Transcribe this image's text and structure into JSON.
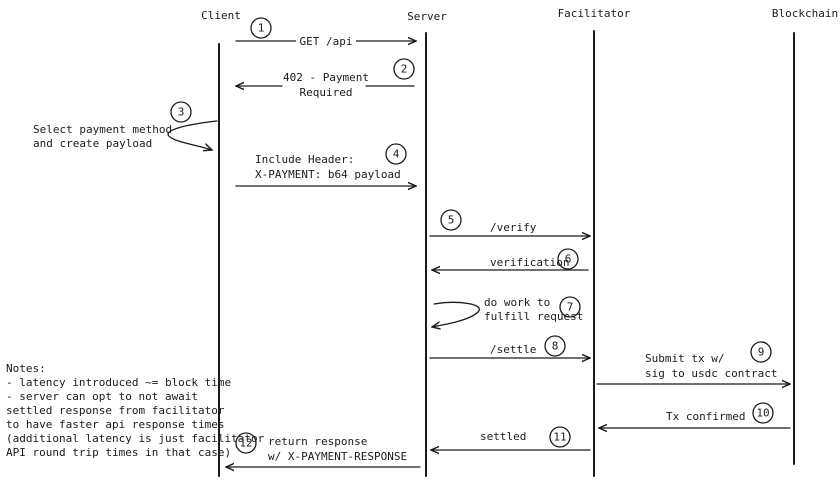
{
  "actors": {
    "client": "Client",
    "server": "Server",
    "facilitator": "Facilitator",
    "blockchain": "Blockchain"
  },
  "steps": {
    "s1": {
      "num": "1",
      "label": "GET /api"
    },
    "s2": {
      "num": "2",
      "line1": "402 - Payment",
      "line2": "Required"
    },
    "s3": {
      "num": "3",
      "line1": "Select payment method",
      "line2": "and create payload"
    },
    "s4": {
      "num": "4",
      "line1": "Include Header:",
      "line2": "X-PAYMENT: b64 payload"
    },
    "s5": {
      "num": "5",
      "label": "/verify"
    },
    "s6": {
      "num": "6",
      "label": "verification"
    },
    "s7": {
      "num": "7",
      "line1": "do work to",
      "line2": "fulfill request"
    },
    "s8": {
      "num": "8",
      "label": "/settle"
    },
    "s9": {
      "num": "9",
      "line1": "Submit tx w/",
      "line2": "sig to usdc contract"
    },
    "s10": {
      "num": "10",
      "label": "Tx confirmed"
    },
    "s11": {
      "num": "11",
      "label": "settled"
    },
    "s12": {
      "num": "12",
      "line1": "return response",
      "line2": "w/ X-PAYMENT-RESPONSE"
    }
  },
  "notes": [
    "Notes:",
    "- latency introduced ~= block time",
    "- server can opt to not await",
    "settled response from facilitator",
    "to have faster api response times",
    "(additional latency is just facilitator",
    "API round trip times in that case)"
  ]
}
